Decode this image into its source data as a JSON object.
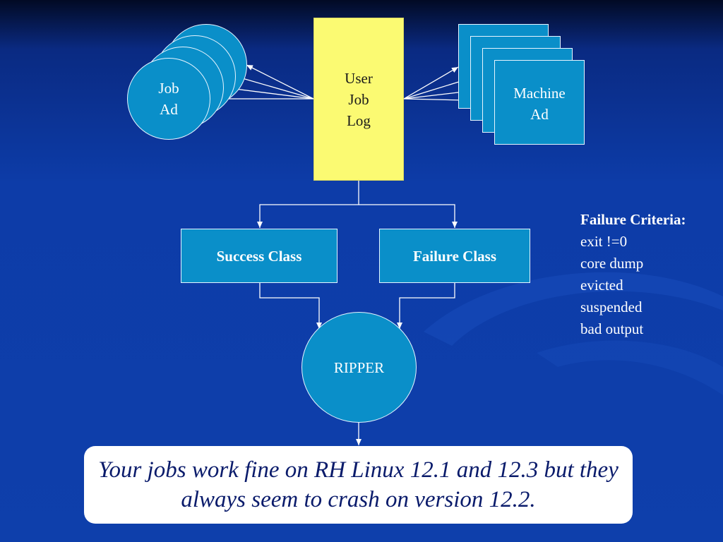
{
  "diagram": {
    "job_ad_label": "Job\nAd",
    "user_job_log_label": "User\nJob\nLog",
    "machine_ad_label": "Machine\nAd",
    "success_class_label": "Success Class",
    "failure_class_label": "Failure Class",
    "ripper_label": "RIPPER"
  },
  "failure_criteria": {
    "title": "Failure Criteria:",
    "items": [
      "exit !=0",
      "core dump",
      "evicted",
      "suspended",
      "bad output"
    ]
  },
  "note_text": "Your jobs work fine on RH Linux 12.1 and 12.3 but they always seem to crash on version 12.2.",
  "colors": {
    "node_fill": "#0a8fc9",
    "log_fill": "#fbfa72",
    "background": "#0e3fab"
  }
}
